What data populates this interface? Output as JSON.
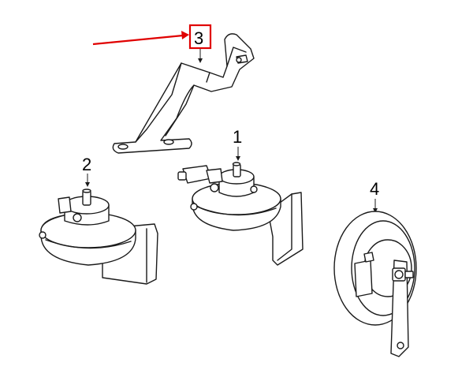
{
  "callouts": {
    "one": "1",
    "two": "2",
    "three": "3",
    "four": "4"
  },
  "colors": {
    "highlight": "#e00000",
    "line": "#1a1a1a"
  }
}
